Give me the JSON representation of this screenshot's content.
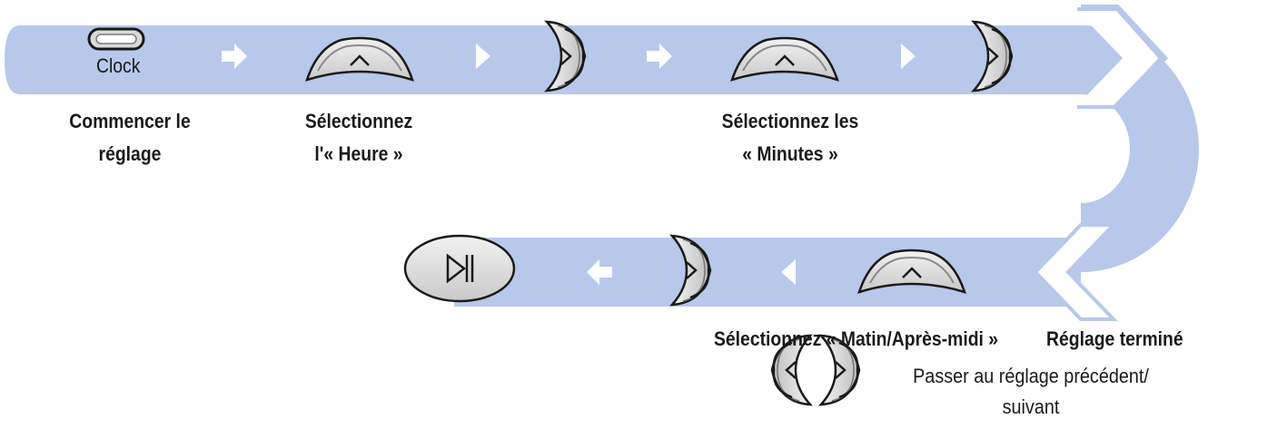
{
  "steps": [
    {
      "line1": "Commencer le",
      "line2": "réglage"
    },
    {
      "line1": "Sélectionnez",
      "line2": "l'« Heure »"
    },
    {
      "line1": "Sélectionnez les",
      "line2": "« Minutes »"
    },
    {
      "line1": "Sélectionnez « Matin/Après-midi »",
      "line2": ""
    },
    {
      "line1": "Réglage terminé",
      "line2": ""
    }
  ],
  "clock_button": {
    "label": "Clock"
  },
  "legend": {
    "icon": "prev-next-buttons-icon",
    "line1": "Passer au réglage précédent/",
    "line2": "suivant"
  },
  "icons": [
    "clock-button-icon",
    "up-button-icon",
    "next-button-icon",
    "play-pause-button-icon",
    "arrow-right-icon",
    "arrow-left-icon"
  ],
  "colors": {
    "track": "#b8c8ea",
    "arrow": "#ffffff",
    "button_fill": "#e4e4e4",
    "outline": "#1a1a1a"
  }
}
